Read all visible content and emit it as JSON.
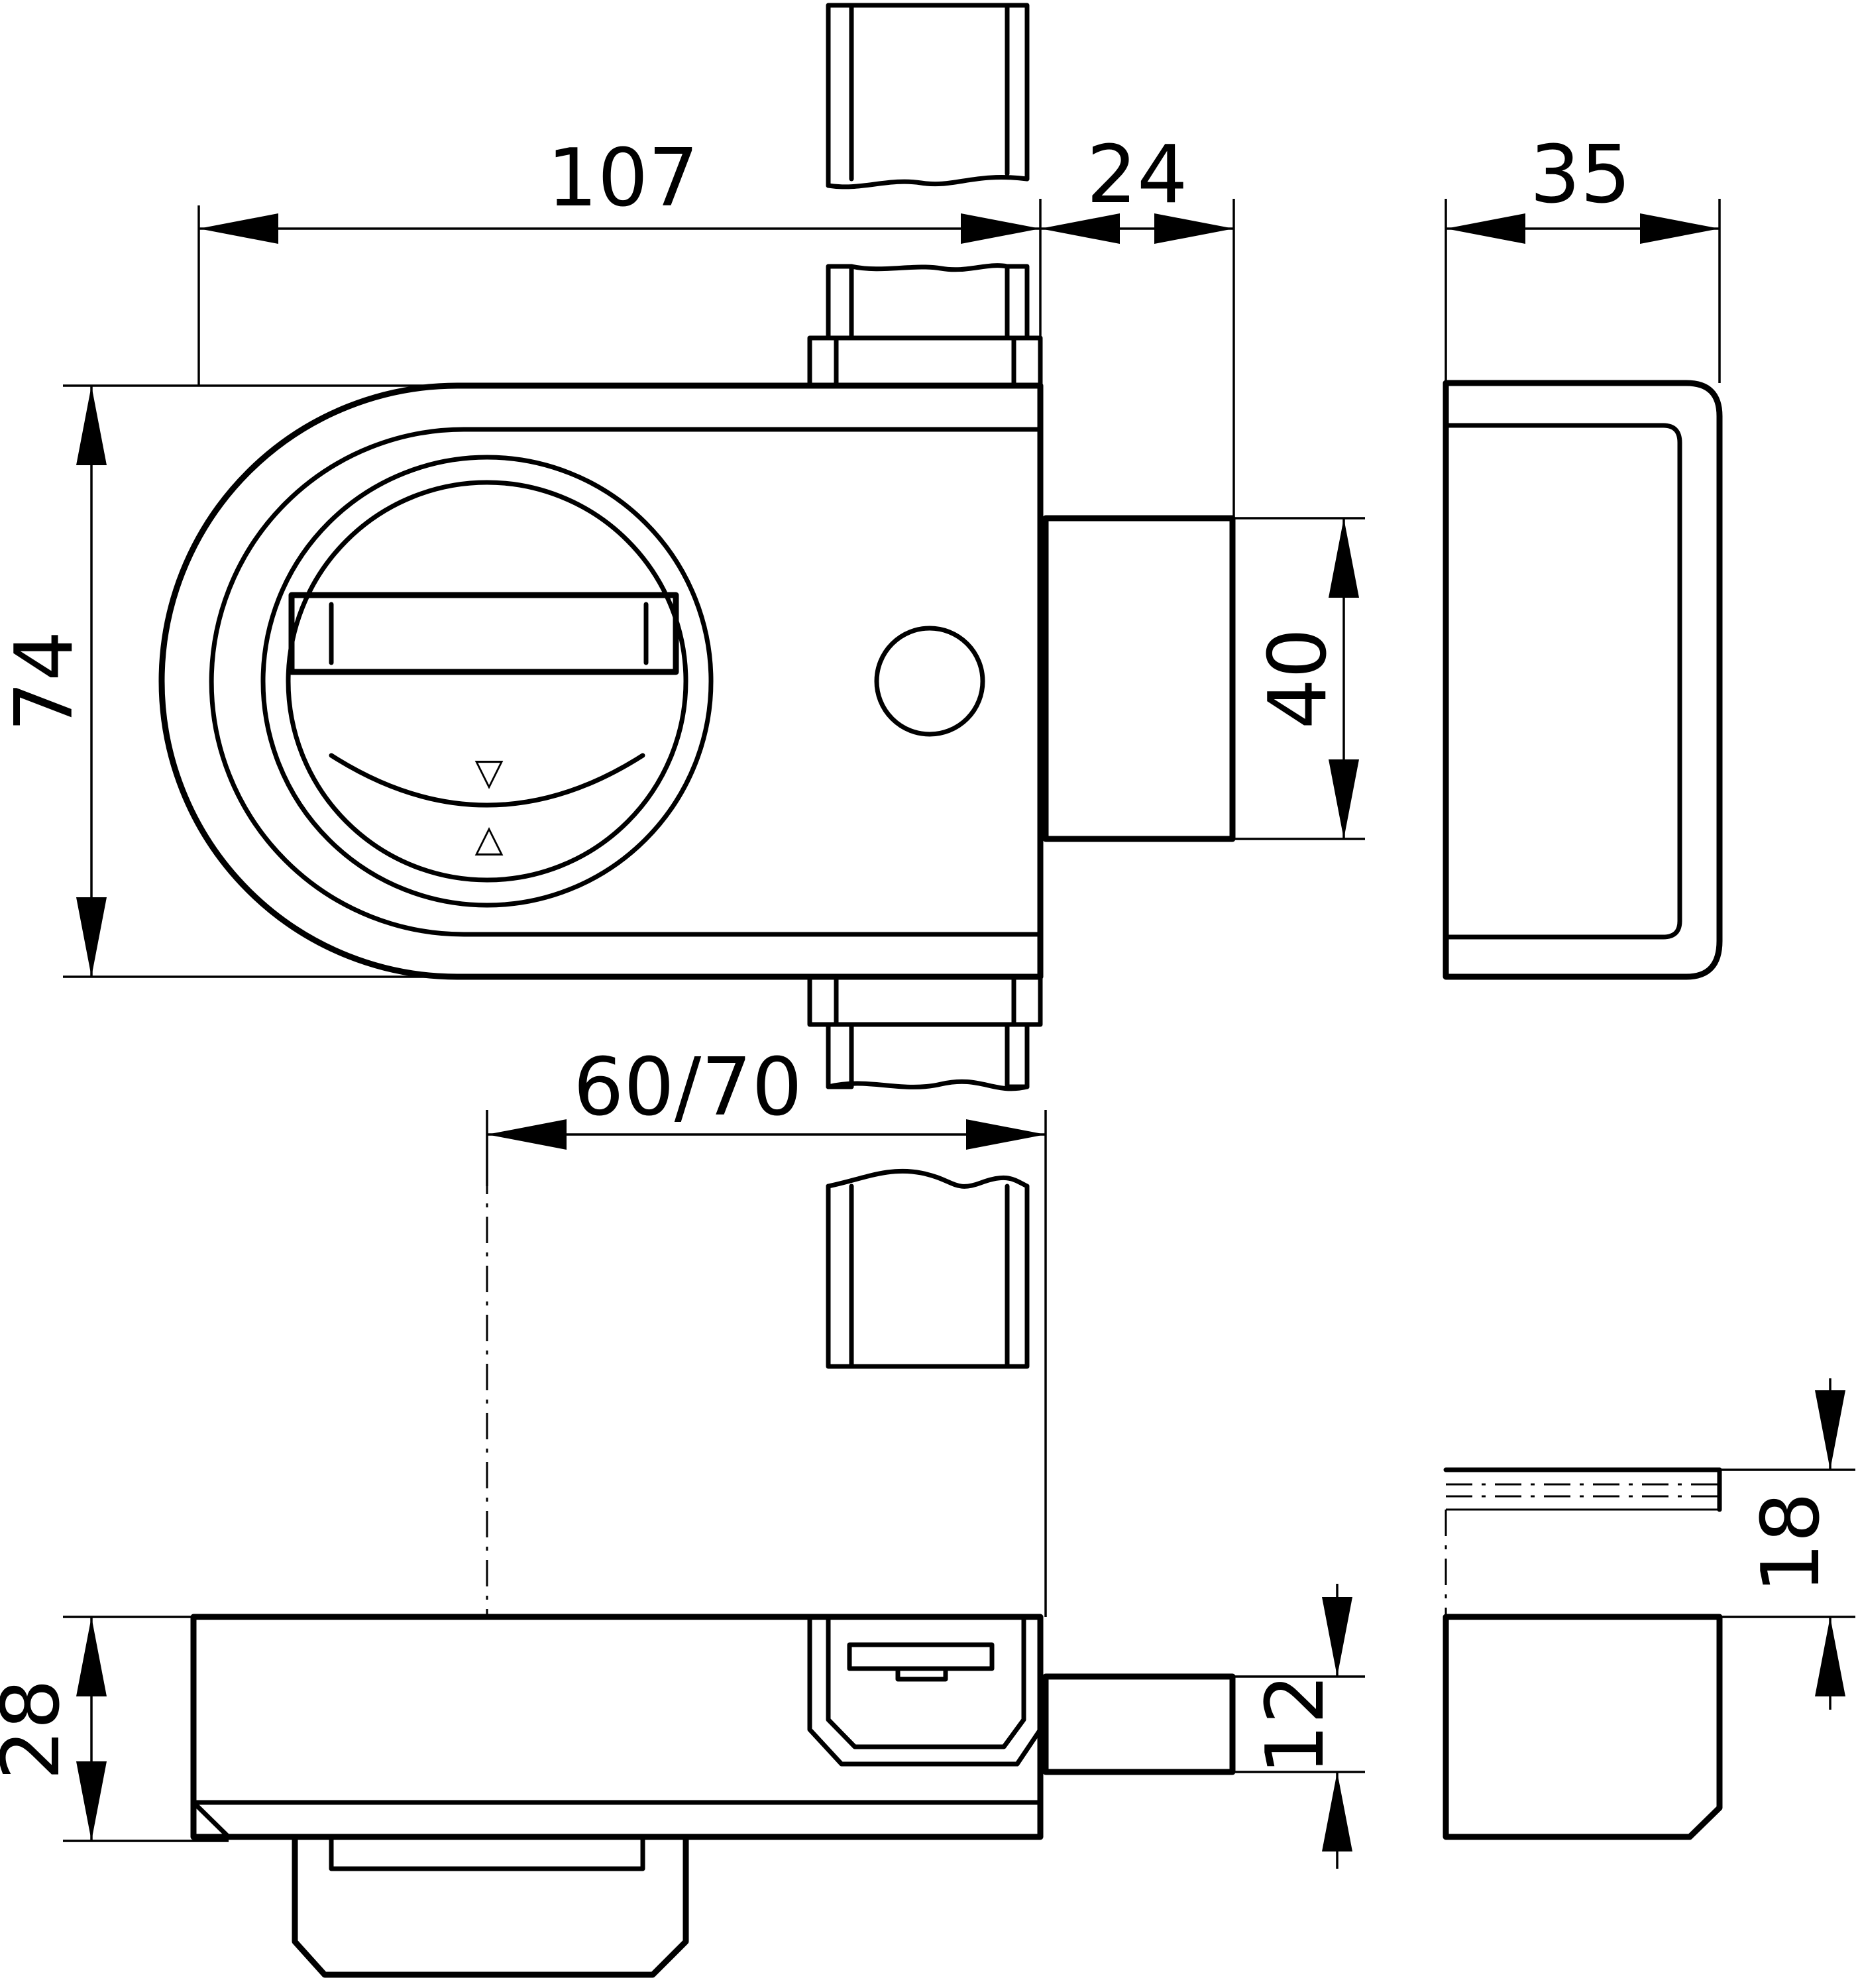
{
  "dimensions": {
    "width_107": "107",
    "width_24": "24",
    "width_35": "35",
    "height_74": "74",
    "height_40": "40",
    "distance_60_70": "60/70",
    "height_28": "28",
    "height_12": "12",
    "height_18": "18"
  },
  "markers": {
    "down": "▽",
    "up": "△"
  }
}
